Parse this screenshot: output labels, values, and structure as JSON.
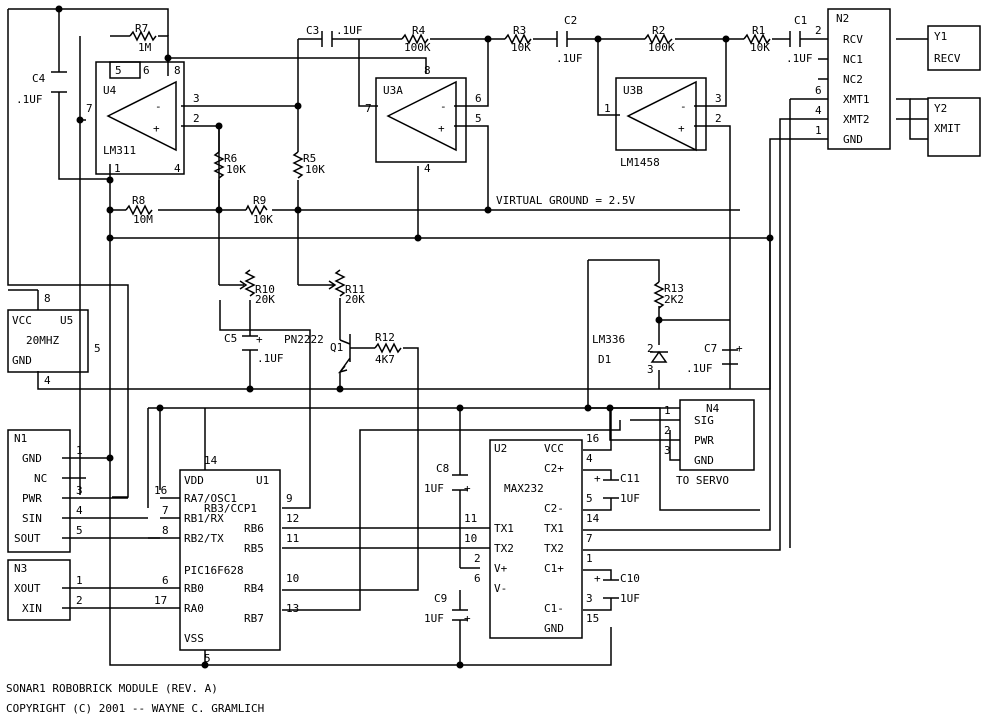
{
  "title": "SONAR1 ROBOBRICK MODULE (REV. A)",
  "copyright": "COPYRIGHT (C) 2001 -- WAYNE C. GRAMLICH",
  "virtual_ground": "VIRTUAL GROUND = 2.5V",
  "to_servo": "TO SERVO",
  "u4": {
    "name": "U4",
    "part": "LM311",
    "pins": [
      "5",
      "6",
      "8",
      "7",
      "3",
      "2",
      "1",
      "4"
    ]
  },
  "u3a": {
    "name": "U3A",
    "pins": [
      "8",
      "7",
      "6",
      "5",
      "4"
    ]
  },
  "u3b": {
    "name": "U3B",
    "part": "LM1458",
    "pins": [
      "1",
      "3",
      "2"
    ]
  },
  "u5": {
    "vcc": "VCC",
    "name": "U5",
    "freq": "20MHZ",
    "gnd": "GND",
    "pins": [
      "8",
      "5",
      "4"
    ]
  },
  "resistors": [
    {
      "ref": "R7",
      "value": "1M"
    },
    {
      "ref": "R4",
      "value": "100K"
    },
    {
      "ref": "R3",
      "value": "10K"
    },
    {
      "ref": "R2",
      "value": "100K"
    },
    {
      "ref": "R1",
      "value": "10K"
    },
    {
      "ref": "R6",
      "value": "10K"
    },
    {
      "ref": "R5",
      "value": "10K"
    },
    {
      "ref": "R8",
      "value": "10M"
    },
    {
      "ref": "R9",
      "value": "10K"
    },
    {
      "ref": "R10",
      "value": "20K"
    },
    {
      "ref": "R11",
      "value": "20K"
    },
    {
      "ref": "R12",
      "value": "4K7"
    },
    {
      "ref": "R13",
      "value": "2K2"
    }
  ],
  "capacitors": [
    {
      "ref": "C3",
      "value": ".1UF"
    },
    {
      "ref": "C2",
      "value": ".1UF"
    },
    {
      "ref": "C1",
      "value": ".1UF"
    },
    {
      "ref": "C4",
      "value": ".1UF"
    },
    {
      "ref": "C5",
      "value": ".1UF"
    },
    {
      "ref": "C7",
      "value": ".1UF"
    },
    {
      "ref": "C8",
      "value": "1UF"
    },
    {
      "ref": "C9",
      "value": "1UF"
    },
    {
      "ref": "C10",
      "value": "1UF"
    },
    {
      "ref": "C11",
      "value": "1UF"
    }
  ],
  "plus": "+",
  "transistor": {
    "part": "PN2222",
    "ref": "Q1"
  },
  "zener": {
    "part": "LM336",
    "ref": "D1",
    "pin_a": "2",
    "pin_b": "3"
  },
  "n2": {
    "name": "N2",
    "pins": [
      {
        "num": "2",
        "label": "RCV"
      },
      {
        "num": "",
        "label": "NC1"
      },
      {
        "num": "",
        "label": "NC2"
      },
      {
        "num": "6",
        "label": "XMT1"
      },
      {
        "num": "4",
        "label": "XMT2"
      },
      {
        "num": "1",
        "label": "GND"
      }
    ]
  },
  "y1": {
    "name": "Y1",
    "label": "RECV"
  },
  "y2": {
    "name": "Y2",
    "label": "XMIT"
  },
  "n1": {
    "name": "N1",
    "pins": [
      {
        "num": "1",
        "label": "GND"
      },
      {
        "num": "",
        "label": "NC"
      },
      {
        "num": "3",
        "label": "PWR"
      },
      {
        "num": "4",
        "label": "SIN"
      },
      {
        "num": "5",
        "label": "SOUT"
      }
    ]
  },
  "n3": {
    "name": "N3",
    "pins": [
      {
        "num": "1",
        "label": "XOUT"
      },
      {
        "num": "2",
        "label": "XIN"
      }
    ]
  },
  "n4": {
    "name": "N4",
    "pins": [
      {
        "num": "1",
        "label": "SIG"
      },
      {
        "num": "2",
        "label": "PWR"
      },
      {
        "num": "3",
        "label": "GND"
      }
    ]
  },
  "u1": {
    "name": "U1",
    "part": "PIC16F628",
    "vdd": "VDD",
    "vss": "VSS",
    "pin_vdd": "14",
    "pin_vss": "5",
    "left": [
      {
        "num": "16",
        "label": "RA7/OSC1"
      },
      {
        "num": "7",
        "label": "RB1/RX"
      },
      {
        "num": "8",
        "label": "RB2/TX"
      },
      {
        "num": "6",
        "label": "RB0"
      },
      {
        "num": "17",
        "label": "RA0"
      }
    ],
    "right": [
      {
        "num": "9",
        "label": "RB3/CCP1"
      },
      {
        "num": "12",
        "label": "RB6"
      },
      {
        "num": "11",
        "label": "RB5"
      },
      {
        "num": "10",
        "label": "RB4"
      },
      {
        "num": "13",
        "label": "RB7"
      }
    ]
  },
  "u2": {
    "name": "U2",
    "part": "MAX232",
    "left": [
      {
        "num": "11",
        "label": "TX1"
      },
      {
        "num": "10",
        "label": "TX2"
      },
      {
        "num": "2",
        "label": "V+"
      },
      {
        "num": "6",
        "label": "V-"
      }
    ],
    "right": [
      {
        "num": "16",
        "label": "VCC"
      },
      {
        "num": "4",
        "label": "C2+"
      },
      {
        "num": "5",
        "label": "C2-"
      },
      {
        "num": "14",
        "label": "TX1"
      },
      {
        "num": "7",
        "label": "TX2"
      },
      {
        "num": "1",
        "label": "C1+"
      },
      {
        "num": "3",
        "label": "C1-"
      },
      {
        "num": "15",
        "label": "GND"
      }
    ]
  }
}
